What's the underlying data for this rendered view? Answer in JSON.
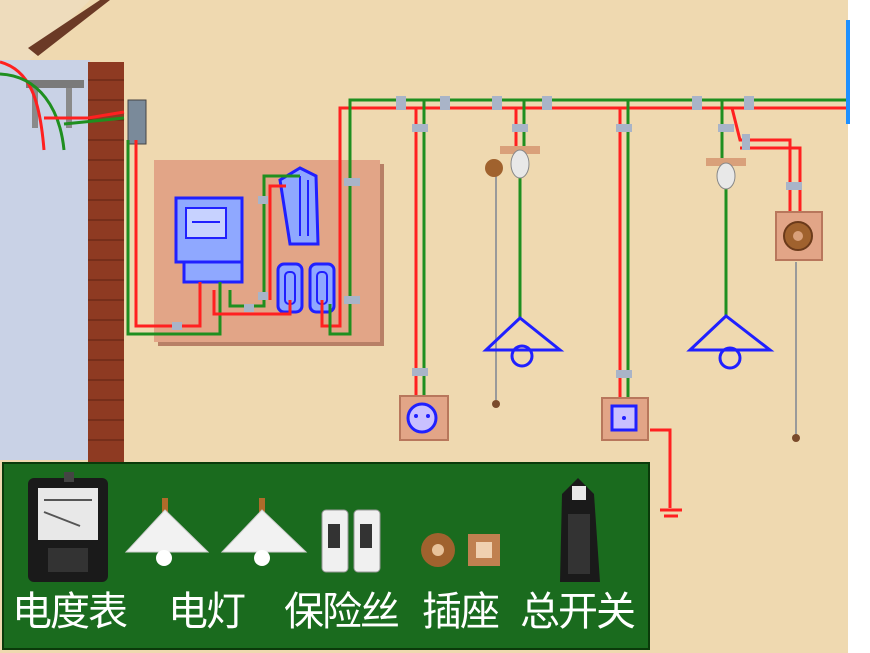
{
  "colors": {
    "wall": "#efd9b0",
    "sky": "#c9d2e6",
    "brick": "#8e3a22",
    "panel_board": "#e2a587",
    "live_wire": "#ff2020",
    "neutral_wire": "#1f8f1f",
    "component_blue": "#2020ff",
    "legend_green": "#1a6b1e",
    "legend_text": "#ffffff"
  },
  "legend": {
    "items": [
      {
        "label": "电度表",
        "icon": "electric-meter-icon"
      },
      {
        "label": "电灯",
        "icon": "lamp-icon"
      },
      {
        "label": "保险丝",
        "icon": "fuse-icon"
      },
      {
        "label": "插座",
        "icon": "socket-icon"
      },
      {
        "label": "总开关",
        "icon": "main-switch-icon"
      }
    ]
  }
}
